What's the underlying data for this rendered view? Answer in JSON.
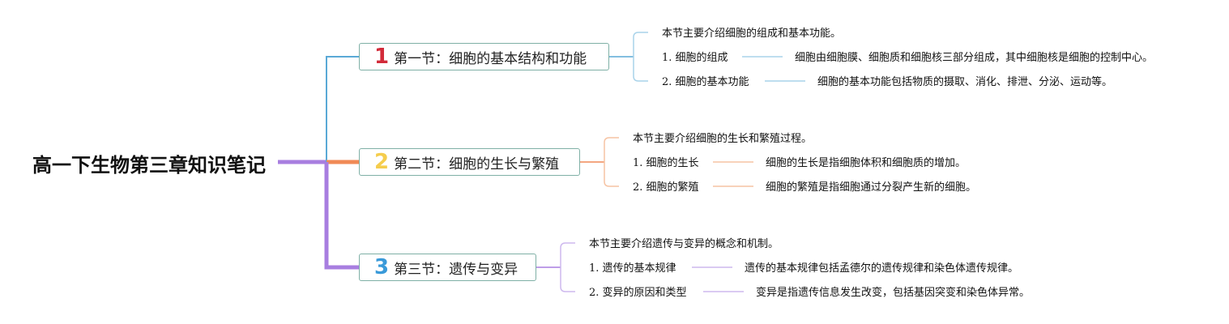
{
  "root": {
    "title": "高一下生物第三章知识笔记"
  },
  "colors": {
    "root_branch": "#a87ee0",
    "section1": "#5aa9d6",
    "section2": "#f08a56",
    "section3": "#a87ee0",
    "num1": "#d22b3a",
    "num2": "#f5cd4d",
    "num3": "#3a9ad9"
  },
  "sections": [
    {
      "number": "1",
      "title": "第一节：细胞的基本结构和功能",
      "intro": "本节主要介绍细胞的组成和基本功能。",
      "items": [
        {
          "label": "1. 细胞的组成",
          "detail": "细胞由细胞膜、细胞质和细胞核三部分组成，其中细胞核是细胞的控制中心。"
        },
        {
          "label": "2. 细胞的基本功能",
          "detail": "细胞的基本功能包括物质的摄取、消化、排泄、分泌、运动等。"
        }
      ]
    },
    {
      "number": "2",
      "title": "第二节：细胞的生长与繁殖",
      "intro": "本节主要介绍细胞的生长和繁殖过程。",
      "items": [
        {
          "label": "1. 细胞的生长",
          "detail": "细胞的生长是指细胞体积和细胞质的增加。"
        },
        {
          "label": "2. 细胞的繁殖",
          "detail": "细胞的繁殖是指细胞通过分裂产生新的细胞。"
        }
      ]
    },
    {
      "number": "3",
      "title": "第三节：遗传与变异",
      "intro": "本节主要介绍遗传与变异的概念和机制。",
      "items": [
        {
          "label": "1. 遗传的基本规律",
          "detail": "遗传的基本规律包括孟德尔的遗传规律和染色体遗传规律。"
        },
        {
          "label": "2. 变异的原因和类型",
          "detail": "变异是指遗传信息发生改变，包括基因突变和染色体异常。"
        }
      ]
    }
  ]
}
